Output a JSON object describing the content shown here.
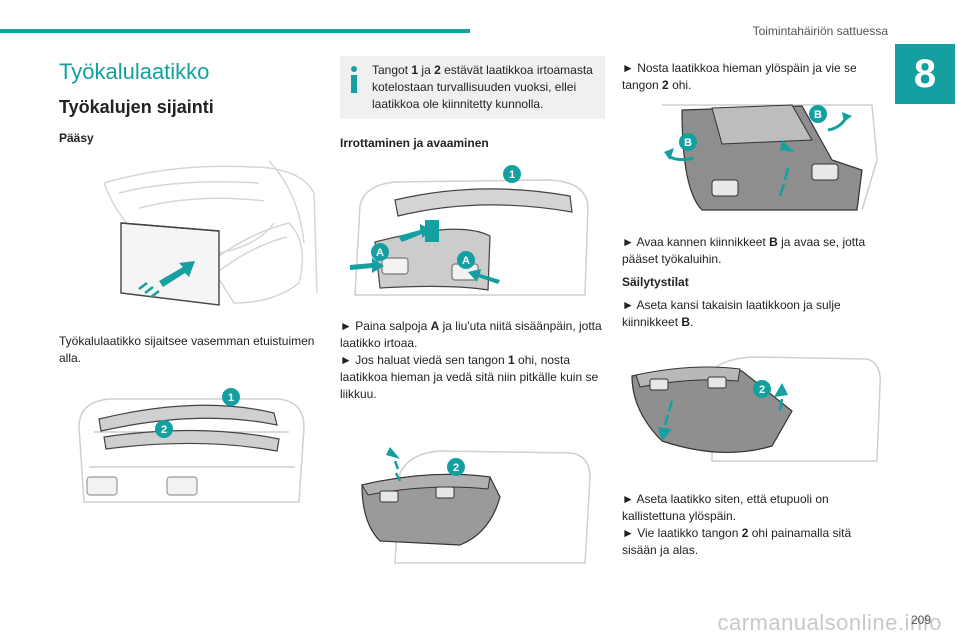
{
  "header": {
    "chapter_title": "Toimintahäiriön sattuessa",
    "chapter_number": "8"
  },
  "col1": {
    "title": "Työkalulaatikko",
    "subtitle": "Työkalujen sijainti",
    "access_head": "Pääsy",
    "location_text": "Työkalulaatikko sijaitsee vasemman etuistuimen alla.",
    "fig2_badges": [
      "1",
      "2"
    ]
  },
  "col2": {
    "info_pre1": "Tangot ",
    "info_b1": "1",
    "info_mid1": " ja ",
    "info_b2": "2",
    "info_post1": " estävät laatikkoa irtoamasta kotelostaan turvallisuuden vuoksi, ellei laatikkoa ole kiinnitetty kunnolla.",
    "removal_head": "Irrottaminen ja avaaminen",
    "fig_badges": [
      "1",
      "A",
      "A"
    ],
    "step1_pre": "► Paina salpoja ",
    "step1_b": "A",
    "step1_post": " ja liu'uta niitä sisäänpäin, jotta laatikko irtoaa.",
    "step2_pre": "► Jos haluat viedä sen tangon ",
    "step2_b": "1",
    "step2_post": " ohi, nosta laatikkoa hieman ja vedä sitä niin pitkälle kuin se liikkuu.",
    "fig2_badges": [
      "2"
    ]
  },
  "col3": {
    "step1_pre": "► Nosta laatikkoa hieman ylöspäin ja vie se tangon ",
    "step1_b": "2",
    "step1_post": " ohi.",
    "fig1_badges": [
      "B",
      "B"
    ],
    "step2_pre": "► Avaa kannen kiinnikkeet ",
    "step2_b": "B",
    "step2_post": " ja avaa se, jotta pääset työkaluihin.",
    "storage_head": "Säilytystilat",
    "step3_pre": "► Aseta kansi takaisin laatikkoon ja sulje kiinnikkeet ",
    "step3_b": "B",
    "step3_post": ".",
    "fig2_badges": [
      "2"
    ],
    "step4": "► Aseta laatikko siten, että etupuoli on kallistettuna ylöspäin.",
    "step5_pre": "► Vie laatikko tangon ",
    "step5_b": "2",
    "step5_post": " ohi painamalla sitä sisään ja alas."
  },
  "footer": {
    "page_number": "209",
    "watermark": "carmanualsonline.info"
  },
  "colors": {
    "accent": "#14a0a0",
    "info_bg": "#f0f0f0"
  }
}
